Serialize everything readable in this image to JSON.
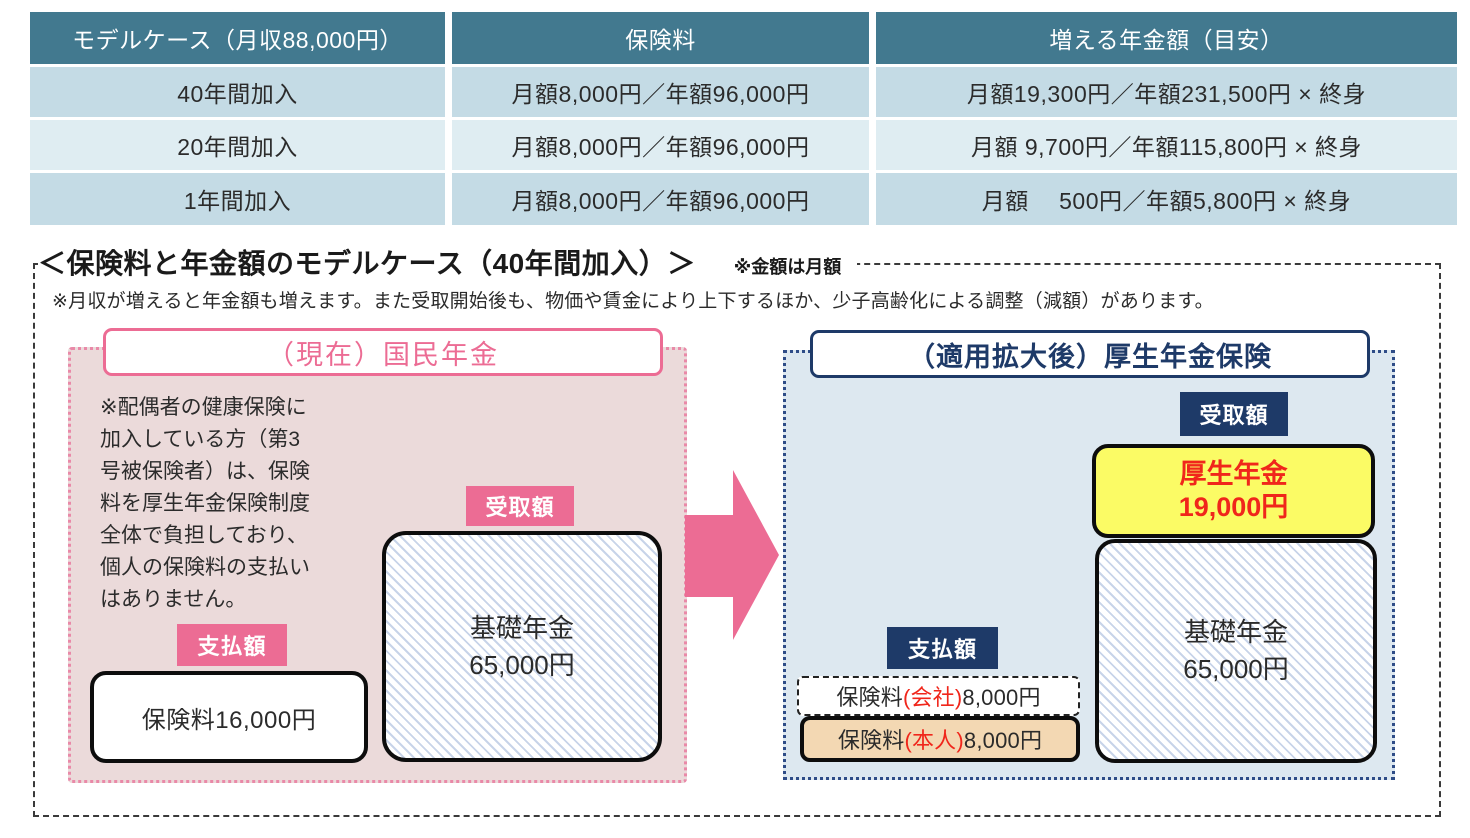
{
  "table": {
    "headers": [
      "モデルケース（月収88,000円）",
      "保険料",
      "増える年金額（目安）"
    ],
    "rows": [
      [
        "40年間加入",
        "月額8,000円／年額96,000円",
        "月額19,300円／年額231,500円 × 終身"
      ],
      [
        "20年間加入",
        "月額8,000円／年額96,000円",
        "月額 9,700円／年額115,800円 × 終身"
      ],
      [
        "1年間加入",
        "月額8,000円／年額96,000円",
        "月額　 500円／年額5,800円 × 終身"
      ]
    ]
  },
  "section": {
    "title": "＜保険料と年金額のモデルケース（40年間加入）＞",
    "title_note": "※金額は月額",
    "note": "※月収が増えると年金額も増えます。また受取開始後も、物価や賃金により上下するほか、少子高齢化による調整（減額）があります。"
  },
  "current": {
    "title": "（現在）国民年金",
    "note": "※配偶者の健康保険に\n加入している方（第3\n号被保険者）は、保険\n料を厚生年金保険制度\n全体で負担しており、\n個人の保険料の支払い\nはありません。",
    "receive_label": "受取額",
    "basic_pension": "基礎年金\n65,000円",
    "pay_label": "支払額",
    "premium_box": "保険料16,000円"
  },
  "expanded": {
    "title": "（適用拡大後）厚生年金保険",
    "receive_label": "受取額",
    "kosei_pension": "厚生年金\n19,000円",
    "basic_pension": "基礎年金\n65,000円",
    "pay_label": "支払額",
    "premium_company": {
      "prefix": "保険料",
      "paren": "(会社)",
      "amount": " 8,000円"
    },
    "premium_self": {
      "prefix": "保険料",
      "paren": "(本人)",
      "amount": " 8,000円"
    }
  },
  "colors": {
    "teal": "#42798F",
    "row-light": "#C4DBE5",
    "row-lighter": "#DFEDF2",
    "pink": "#EC6C94",
    "pink-dot": "#E989A8",
    "pink-fill": "#EBDADA",
    "navy": "#1E3A68",
    "navy-dot": "#2E4C87",
    "blue-fill": "#DDE8F0",
    "yellow": "#FBFB65",
    "red": "#F0261B",
    "tan": "#F3D8B3",
    "hatch": "#C8D4E9",
    "ink": "#2B2B2B"
  }
}
